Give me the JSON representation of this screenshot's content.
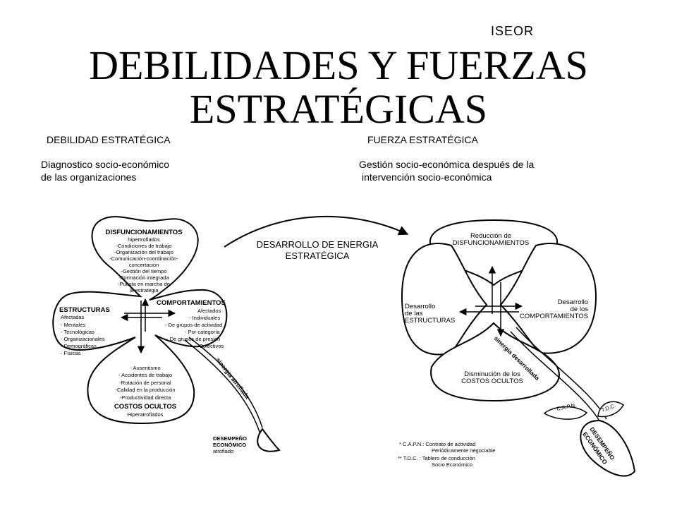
{
  "header": {
    "org": "ISEOR",
    "title_line1": "DEBILIDADES Y FUERZAS",
    "title_line2": "ESTRATÉGICAS"
  },
  "left": {
    "heading": "DEBILIDAD ESTRATÉGICA",
    "subtitle_line1": "Diagnostico socio-económico",
    "subtitle_line2": "de las organizaciones",
    "top_petal": {
      "title": "DISFUNCIONAMIENTOS",
      "lines": [
        "hipertrofiados",
        "-Condiciones de trabajo",
        "-Organización del trabajo",
        "-Comunicación-coordinación-",
        "concertación",
        "-Gestión del tiempo",
        "-Formación integrada",
        "-Puesta en marcha de",
        "la estrategia"
      ]
    },
    "left_petal": {
      "title": "ESTRUCTURAS",
      "lines": [
        "Afectadas",
        "- Mentales",
        "- Tecnológicas",
        "- Organizacionales",
        "- Demográficas",
        "- Físicas"
      ]
    },
    "right_petal": {
      "title": "COMPORTAMIENTOS",
      "lines": [
        "Afectados",
        "- Individuales",
        "- De grupos de actividad",
        "- Por categoría",
        "- De grupos de presión",
        "- Colectivos"
      ]
    },
    "bottom_petal": {
      "lines": [
        "- Ausentismo",
        "- Accidentes de trabajo",
        "-Rotación de personal",
        "-Calidad en la producción",
        "-Productividad directa"
      ],
      "title": "COSTOS OCULTOS",
      "caption": "Hiperatrofiados"
    },
    "stem_label": "sinergia atrofiada",
    "leaf_label": [
      "DESEMPEÑO",
      "ECONÓMICO",
      "atrofiado"
    ]
  },
  "center": {
    "arrow_label_line1": "DESARROLLO DE ENERGIA",
    "arrow_label_line2": "ESTRATÉGICA"
  },
  "right": {
    "heading": "FUERZA ESTRATÉGICA",
    "subtitle_line1": "Gestión socio-económica después de la",
    "subtitle_line2": "intervención socio-económica",
    "top_petal": [
      "Reducción de",
      "DISFUNCIONAMIENTOS"
    ],
    "left_petal": [
      "Desarrollo",
      "de las",
      "ESTRUCTURAS"
    ],
    "right_petal": [
      "Desarrollo",
      "de los",
      "COMPORTAMIENTOS"
    ],
    "bottom_petal": [
      "Disminución de los",
      "COSTOS OCULTOS"
    ],
    "stem_label": "sinergia desarrollada",
    "leaf_small": [
      "C.A.P.N.",
      "T.D.C."
    ],
    "leaf_big": [
      "DESEMPEÑO",
      "ECONÓMICO"
    ],
    "footnote": {
      "line1": "* C.A.P.N.: Contrato de actividad",
      "line2": "Periódicamente negociable",
      "line3": "** T.D.C.   : Tablero de conducción",
      "line4": "Socio Económico"
    }
  }
}
